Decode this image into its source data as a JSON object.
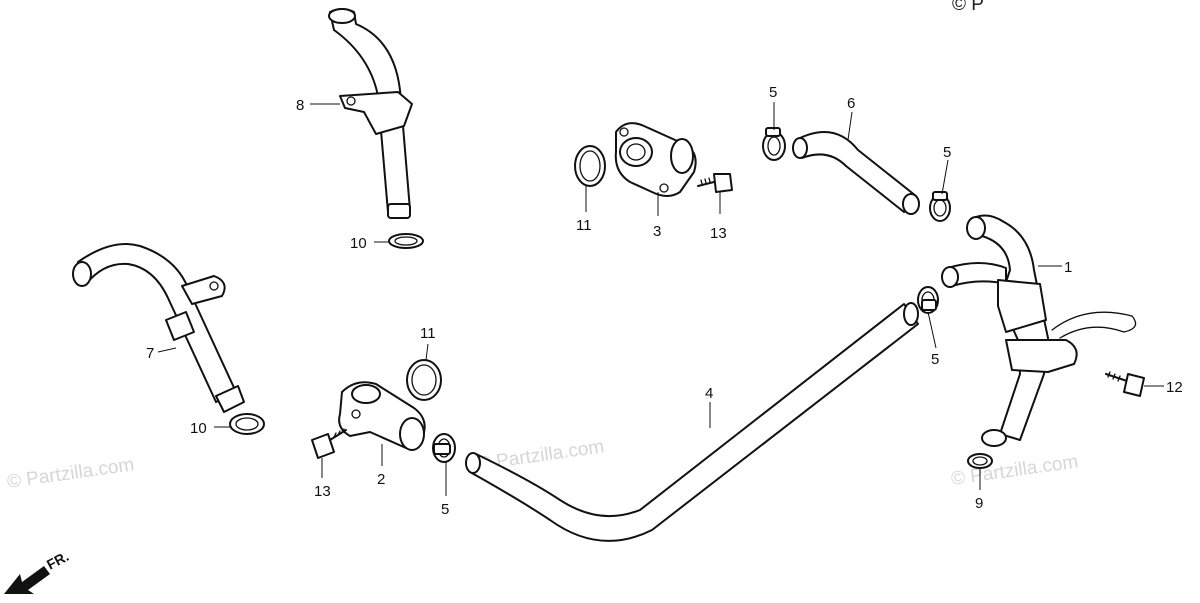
{
  "watermarks": {
    "brand": "© Partzilla.com",
    "corner_fragment": "© P"
  },
  "direction_label": "FR.",
  "callouts": [
    {
      "id": "1",
      "name": "callout-1"
    },
    {
      "id": "2",
      "name": "callout-2"
    },
    {
      "id": "3",
      "name": "callout-3"
    },
    {
      "id": "4",
      "name": "callout-4"
    },
    {
      "id": "5",
      "name": "callout-5a"
    },
    {
      "id": "5",
      "name": "callout-5b"
    },
    {
      "id": "5",
      "name": "callout-5c"
    },
    {
      "id": "5",
      "name": "callout-5d"
    },
    {
      "id": "6",
      "name": "callout-6"
    },
    {
      "id": "7",
      "name": "callout-7"
    },
    {
      "id": "8",
      "name": "callout-8"
    },
    {
      "id": "9",
      "name": "callout-9"
    },
    {
      "id": "10",
      "name": "callout-10a"
    },
    {
      "id": "10",
      "name": "callout-10b"
    },
    {
      "id": "11",
      "name": "callout-11a"
    },
    {
      "id": "11",
      "name": "callout-11b"
    },
    {
      "id": "12",
      "name": "callout-12"
    },
    {
      "id": "13",
      "name": "callout-13a"
    },
    {
      "id": "13",
      "name": "callout-13b"
    }
  ]
}
